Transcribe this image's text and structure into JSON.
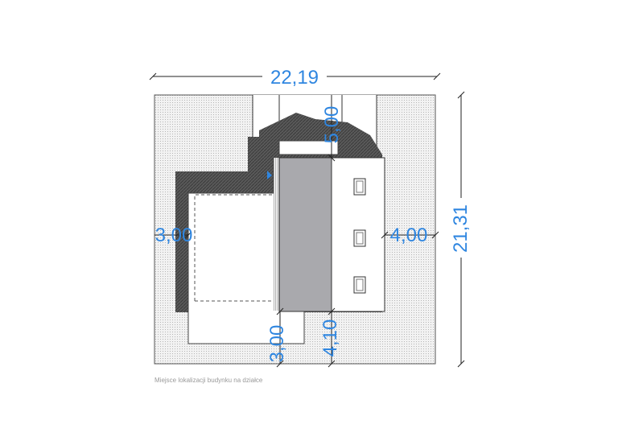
{
  "plan": {
    "dimensions": {
      "plot_width": "22,19",
      "plot_depth": "21,31",
      "front_setback": "5,00",
      "left_setback": "3,00",
      "right_setback": "4,00",
      "rear_setback_left": "3,00",
      "rear_setback_right": "4,10"
    },
    "caption": "Miejsce lokalizacji budynku na działce"
  },
  "colors": {
    "accent": "#2f86e0",
    "roof": "#a9a9ad",
    "shadow": "#5c5c5c",
    "plot_fill": "#e6e6e6"
  }
}
